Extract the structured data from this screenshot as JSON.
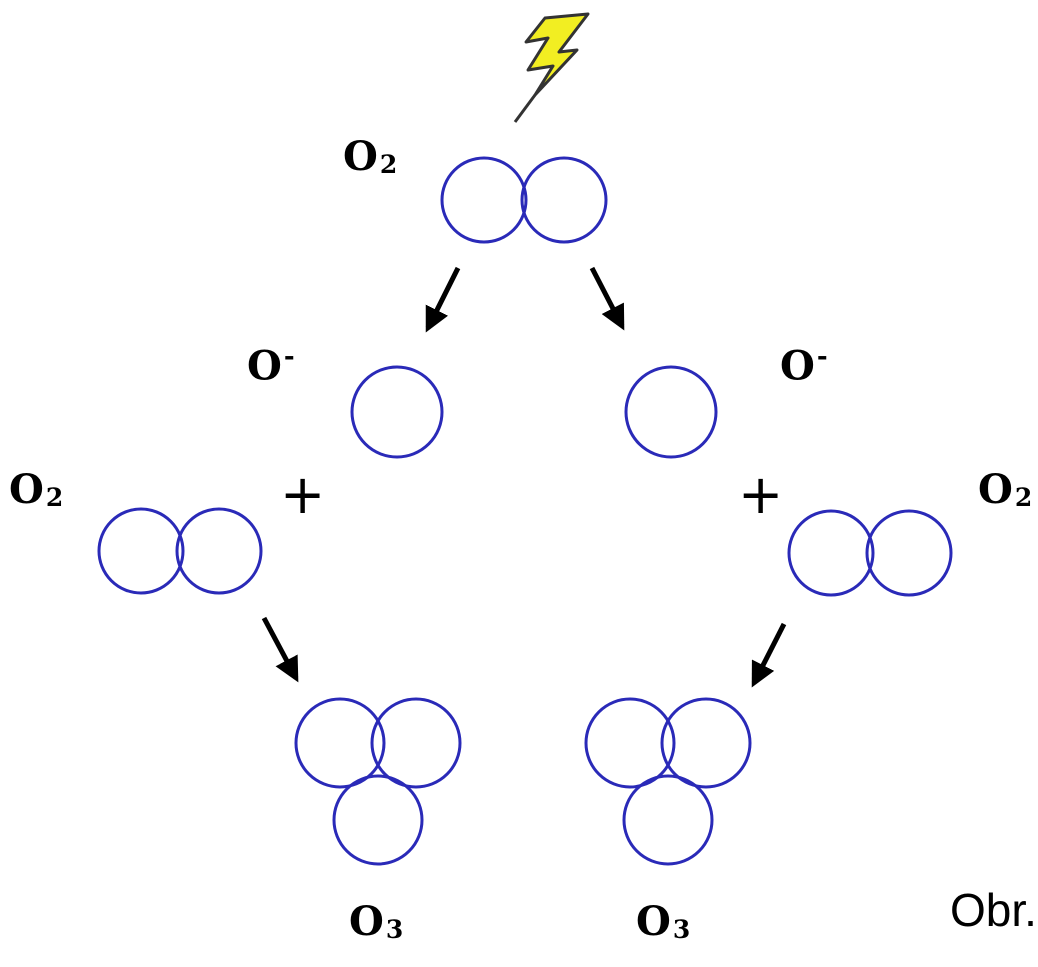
{
  "colors": {
    "atom_stroke": "#2a2ab8",
    "arrow": "#000000",
    "bolt_fill": "#f2ee22",
    "bolt_stroke": "#333333",
    "background": "#ffffff"
  },
  "icons": {
    "energy_source": "lightning-bolt-icon"
  },
  "labels": {
    "o2_top": {
      "base": "O",
      "sub": "2"
    },
    "o_left": {
      "base": "O",
      "sup": "-"
    },
    "o_right": {
      "base": "O",
      "sup": "-"
    },
    "o2_left": {
      "base": "O",
      "sub": "2"
    },
    "o2_right": {
      "base": "O",
      "sub": "2"
    },
    "o3_left": {
      "base": "O",
      "sub": "3"
    },
    "o3_right": {
      "base": "O",
      "sub": "3"
    },
    "plus": "+",
    "caption": "Obr."
  }
}
